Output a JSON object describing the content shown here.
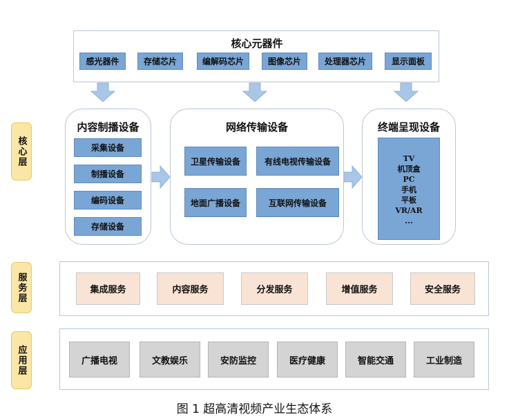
{
  "core_components": {
    "title": "核心元器件",
    "items": [
      "感光器件",
      "存储芯片",
      "编解码芯片",
      "图像芯片",
      "处理器芯片",
      "显示面板"
    ]
  },
  "content_production": {
    "title": "内容制播设备",
    "items": [
      "采集设备",
      "制播设备",
      "编码设备",
      "存储设备"
    ]
  },
  "network_transmission": {
    "title": "网络传输设备",
    "items": [
      "卫星传输设备",
      "有线电视传输设备",
      "地面广播设备",
      "互联网传输设备"
    ]
  },
  "terminal_display": {
    "title": "终端呈现设备",
    "items": [
      "TV",
      "机顶盒",
      "PC",
      "手机",
      "平板",
      "VR/AR",
      "..."
    ]
  },
  "layers": {
    "core": "核心层",
    "service": "服务层",
    "application": "应用层"
  },
  "services": [
    "集成服务",
    "内容服务",
    "分发服务",
    "增值服务",
    "安全服务"
  ],
  "applications": [
    "广播电视",
    "文教娱乐",
    "安防监控",
    "医疗健康",
    "智能交通",
    "工业制造"
  ],
  "caption": "图 1  超高清视频产业生态体系",
  "colors": {
    "blue_box": "#7aa6d6",
    "arrow": "#a9c6e6",
    "service_box": "#f8e3d4",
    "application_box": "#d4d4d4",
    "layer_label": "#fbe6a6"
  }
}
